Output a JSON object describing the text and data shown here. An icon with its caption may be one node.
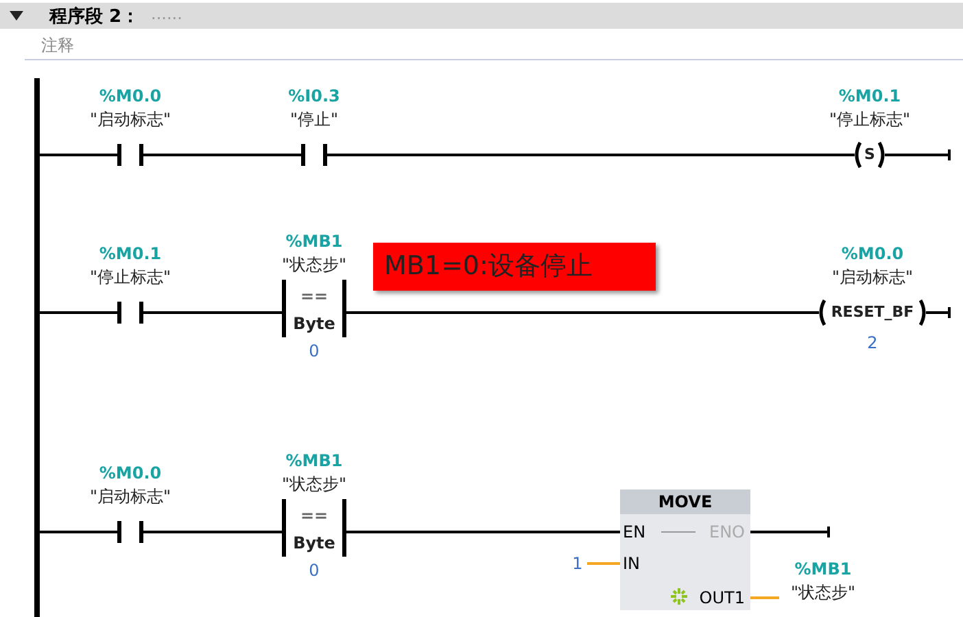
{
  "diagram": {
    "nodes": [
      {
        "text": [],
        "shape": "bar"
      },
      {
        "text": [
          "%M0.0",
          "\"启动标志\""
        ]
      },
      {
        "text": [
          "%I0.3",
          "\"停止\""
        ]
      },
      {
        "text": [
          "%M0.1",
          "\"停止标志\"",
          "S"
        ]
      },
      {
        "text": [
          "%M0.1",
          "\"停止标志\""
        ]
      },
      {
        "text": [
          "%MB1",
          "\"状态步\"",
          "==",
          "Byte",
          "0"
        ]
      },
      {
        "text": [
          "MB1=0:设备停止"
        ]
      },
      {
        "text": [
          "%M0.0",
          "\"启动标志\"",
          "RESET_BF",
          "2"
        ]
      },
      {
        "text": [
          "%M0.0",
          "\"启动标志\""
        ]
      },
      {
        "text": [
          "%MB1",
          "\"状态步\"",
          "==",
          "Byte",
          "0"
        ]
      },
      {
        "text": [
          "MOVE",
          "EN",
          "ENO",
          "IN",
          "OUT1"
        ]
      },
      {
        "text": [
          "1"
        ]
      },
      {
        "text": [
          "%MB1",
          "\"状态步\""
        ]
      }
    ],
    "edges": [
      {
        "from": 0,
        "to": 1,
        "arrow": "none"
      },
      {
        "from": 1,
        "to": 2,
        "arrow": "none"
      },
      {
        "from": 2,
        "to": 3,
        "arrow": "none"
      },
      {
        "from": 3,
        "to": null,
        "arrow": "none"
      },
      {
        "from": 0,
        "to": 4,
        "arrow": "none"
      },
      {
        "from": 4,
        "to": 5,
        "arrow": "none"
      },
      {
        "from": 5,
        "to": 7,
        "arrow": "none"
      },
      {
        "from": 7,
        "to": null,
        "arrow": "none"
      },
      {
        "from": 0,
        "to": 8,
        "arrow": "none"
      },
      {
        "from": 8,
        "to": 9,
        "arrow": "none"
      },
      {
        "from": 9,
        "to": 10,
        "arrow": "none"
      },
      {
        "from": 10,
        "to": null,
        "arrow": "none"
      },
      {
        "from": 11,
        "to": 10,
        "arrow": "none",
        "color": "#f5a623"
      },
      {
        "from": 10,
        "to": 12,
        "arrow": "none",
        "color": "#f5a623"
      }
    ],
    "labels": [
      "程序段 2：",
      "......",
      "注释"
    ]
  }
}
